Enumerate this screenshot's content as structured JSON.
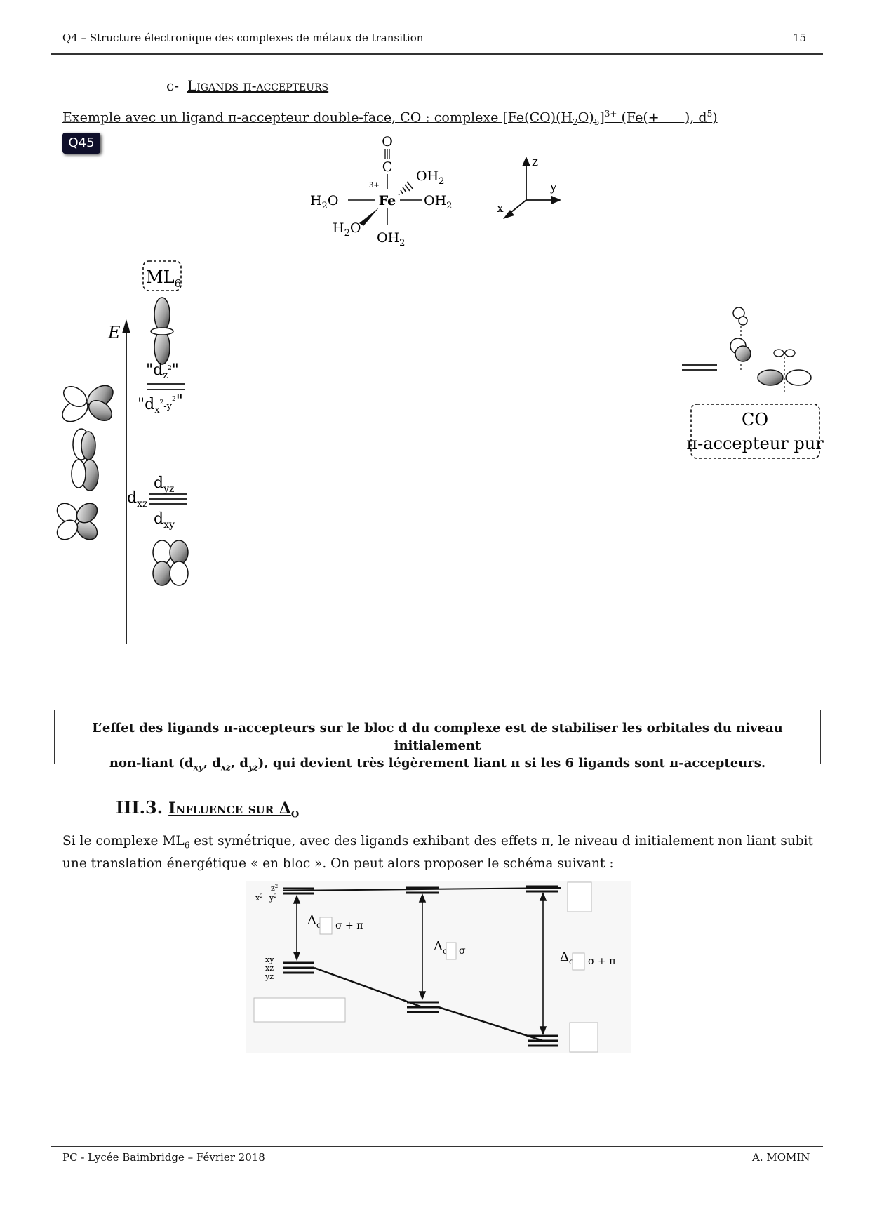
{
  "header": {
    "title": "Q4 – Structure électronique des complexes de métaux de transition",
    "page_number": "15"
  },
  "section_c": {
    "number": "c-",
    "title": "Ligands π-accepteurs"
  },
  "example": {
    "text": "Exemple avec un ligand π-accepteur double-face, CO : complexe [Fe(CO)(H",
    "sub1": "2",
    "mid1": "O)",
    "sub2": "5",
    "mid2": "]",
    "sup1": "3+",
    "mid3": " (Fe(+      ), d",
    "sup2": "5",
    "end": ")"
  },
  "question_badge": "Q45",
  "molecule": {
    "o": "O",
    "c": "C",
    "fe": "Fe",
    "charge": "3+",
    "ligand_h2o": "H",
    "ligand_sub": "2",
    "ligand_o": "O",
    "ligand_oh": "OH",
    "axes": {
      "z": "z",
      "y": "y",
      "x": "x"
    }
  },
  "diagram": {
    "ml6_label": "ML",
    "ml6_sub": "6",
    "energy_axis": "E",
    "dz2": "\"d",
    "dz2_sub": "z",
    "dz2_sup": "2",
    "dz2_end": "\"",
    "dx2y2": "\"d",
    "dx2y2_sub": "x",
    "dx2y2_sup1": "2",
    "dx2y2_mid": "-y",
    "dx2y2_sup2": "2",
    "dx2y2_end": "\"",
    "dxz": "d",
    "dxz_sub": "xz",
    "dyz": "d",
    "dyz_sub": "yz",
    "dxy": "d",
    "dxy_sub": "xy",
    "co_label": "CO",
    "co_desc": "π-accepteur pur"
  },
  "conclusion": {
    "line1": "L’effet des ligands π-accepteurs sur le bloc d du complexe est de stabiliser les orbitales du niveau initialement",
    "line2_a": "non-liant (d",
    "sub_xy": "xy",
    "line2_b": ", d",
    "sub_xz": "xz",
    "line2_c": ", d",
    "sub_yz": "yz",
    "line2_d": "), qui devient très légèrement liant π si les 6 ligands sont π-accepteurs."
  },
  "section_iii3": {
    "number": "III.3.",
    "title": "Influence sur Δ",
    "title_sub": "O"
  },
  "paragraph": {
    "part1": "Si le complexe ML",
    "sub": "6",
    "part2": " est symétrique, avec des ligands exhibant des effets π, le niveau d initialement non liant subit une translation énergétique « en bloc ». On peut alors proposer le schéma suivant :"
  },
  "schema": {
    "top_labels": [
      "z",
      "x",
      "y"
    ],
    "bottom_labels": [
      "xy",
      "xz",
      "yz"
    ],
    "delta": "Δ",
    "delta_sub": "o",
    "label_left": "σ + π",
    "label_mid": "σ",
    "label_right": "σ + π"
  },
  "footer": {
    "left": "PC - Lycée Baimbridge – Février 2018",
    "right": "A. MOMIN"
  }
}
